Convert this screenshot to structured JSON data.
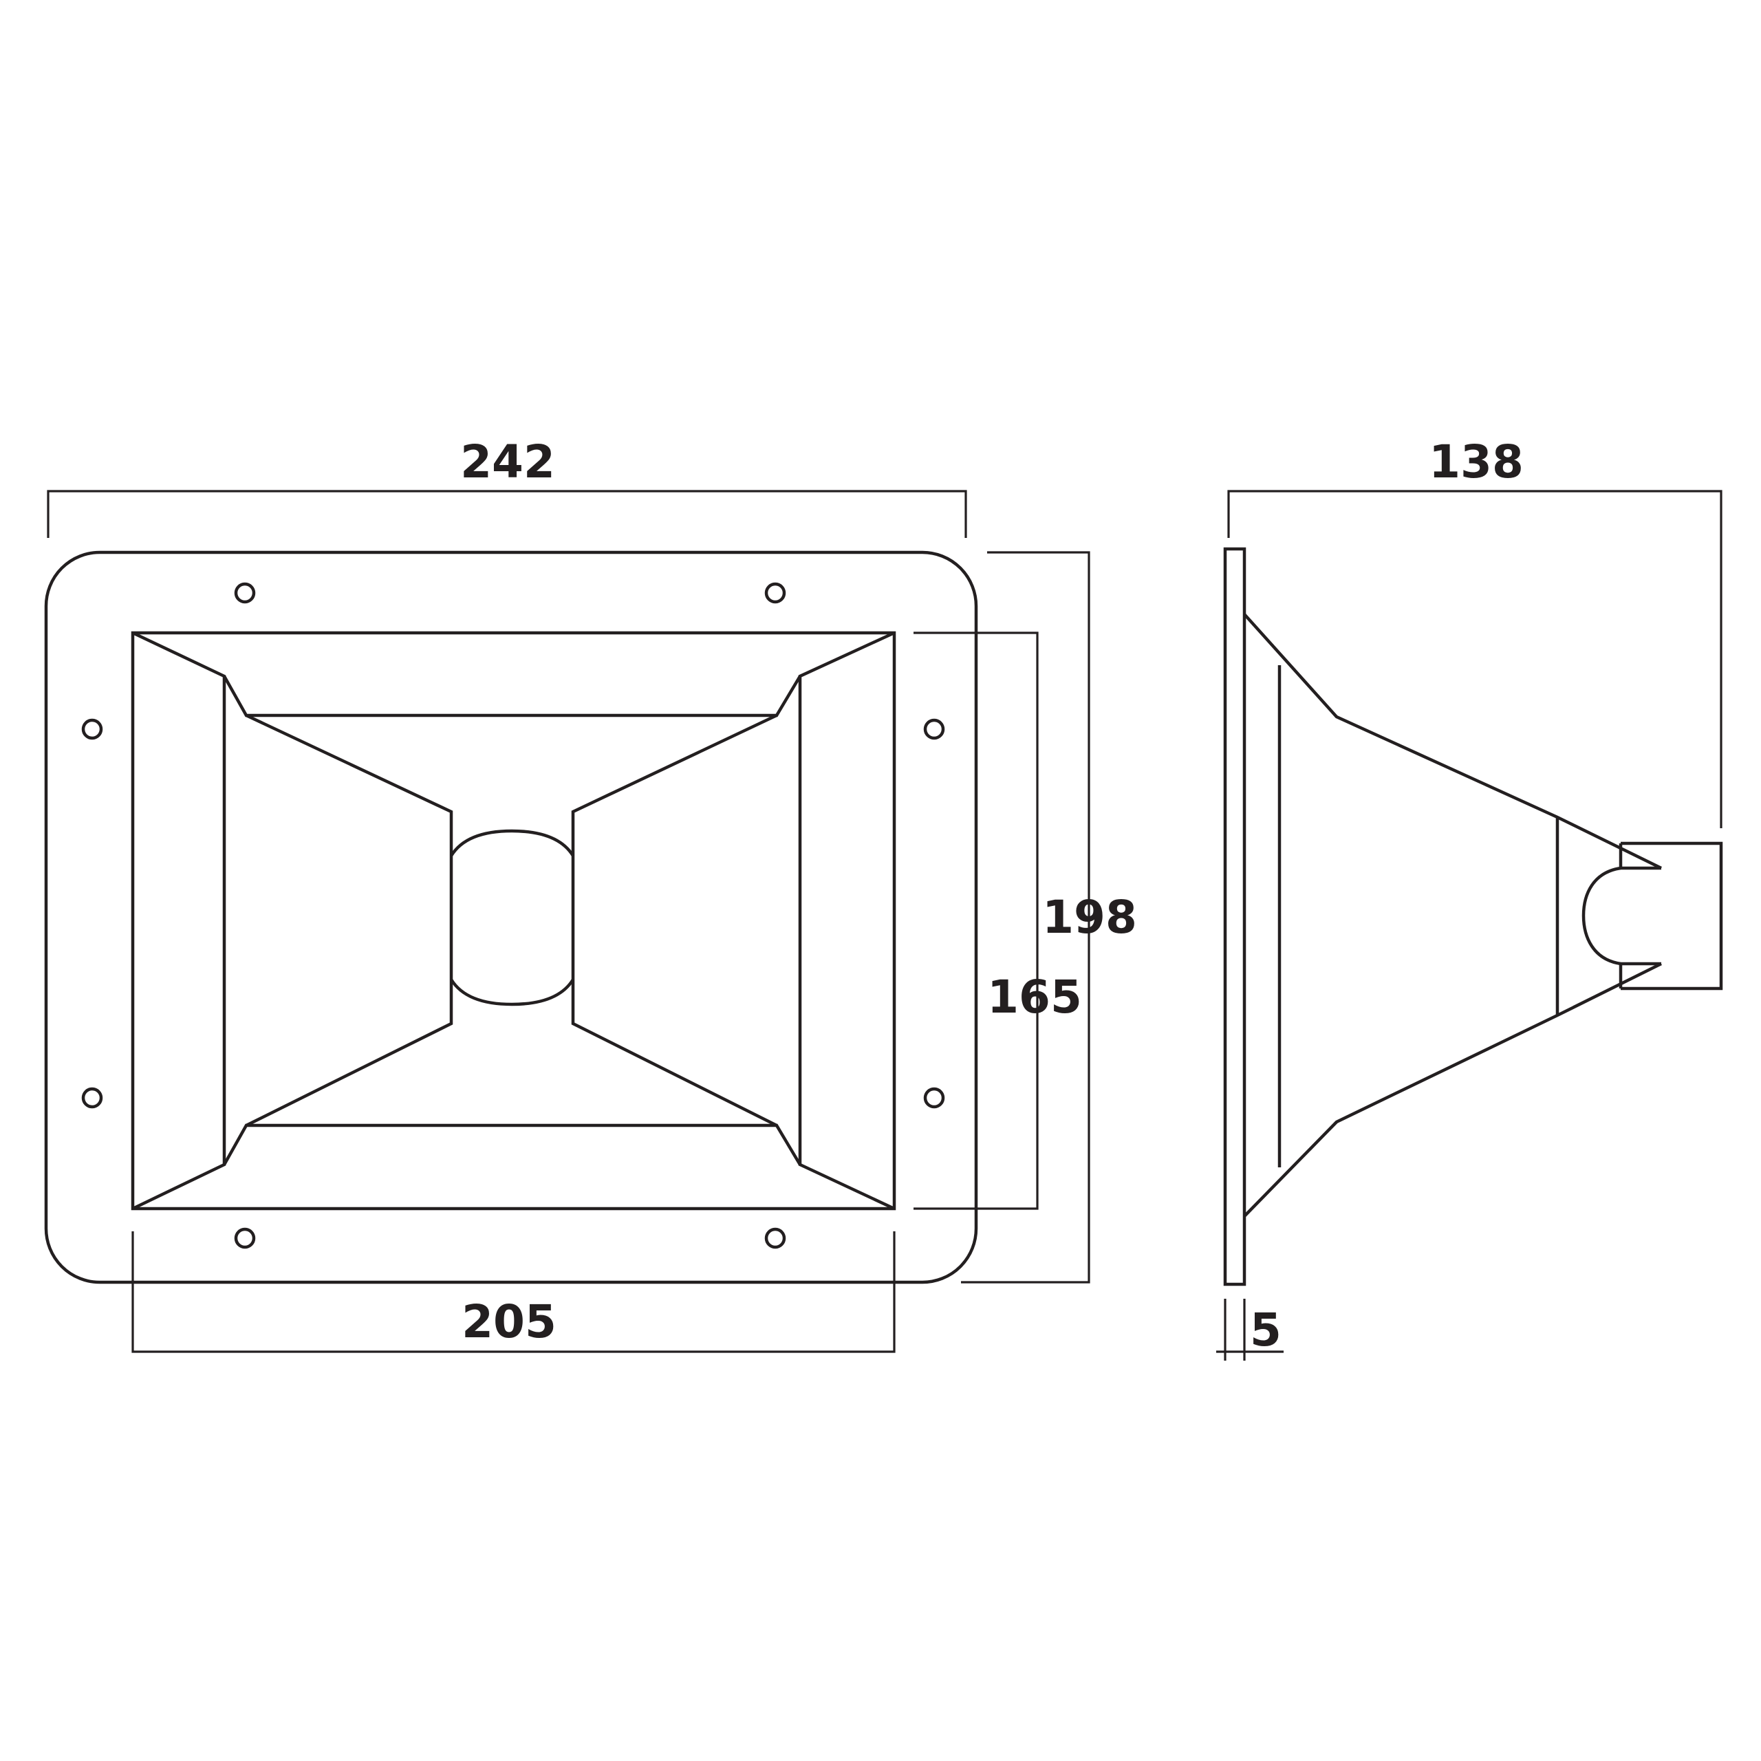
{
  "front_view": {
    "overall_width": "242",
    "overall_height": "198",
    "inner_width": "205",
    "inner_height": "165"
  },
  "side_view": {
    "depth": "138",
    "flange_thickness": "5"
  },
  "colors": {
    "line": "#231f20",
    "background": "#ffffff"
  }
}
